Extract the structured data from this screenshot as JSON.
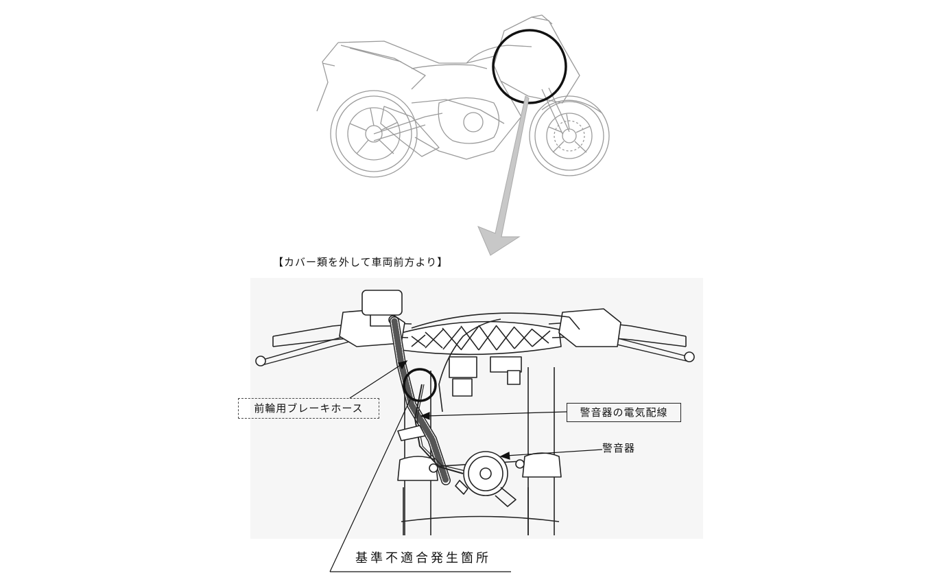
{
  "heading": "【カバー類を外して車両前方より】",
  "labels": {
    "brake_hose": "前輪用ブレーキホース",
    "horn_wiring": "警音器の電気配線",
    "horn": "警音器",
    "defect_location": "基準不適合発生箇所"
  }
}
